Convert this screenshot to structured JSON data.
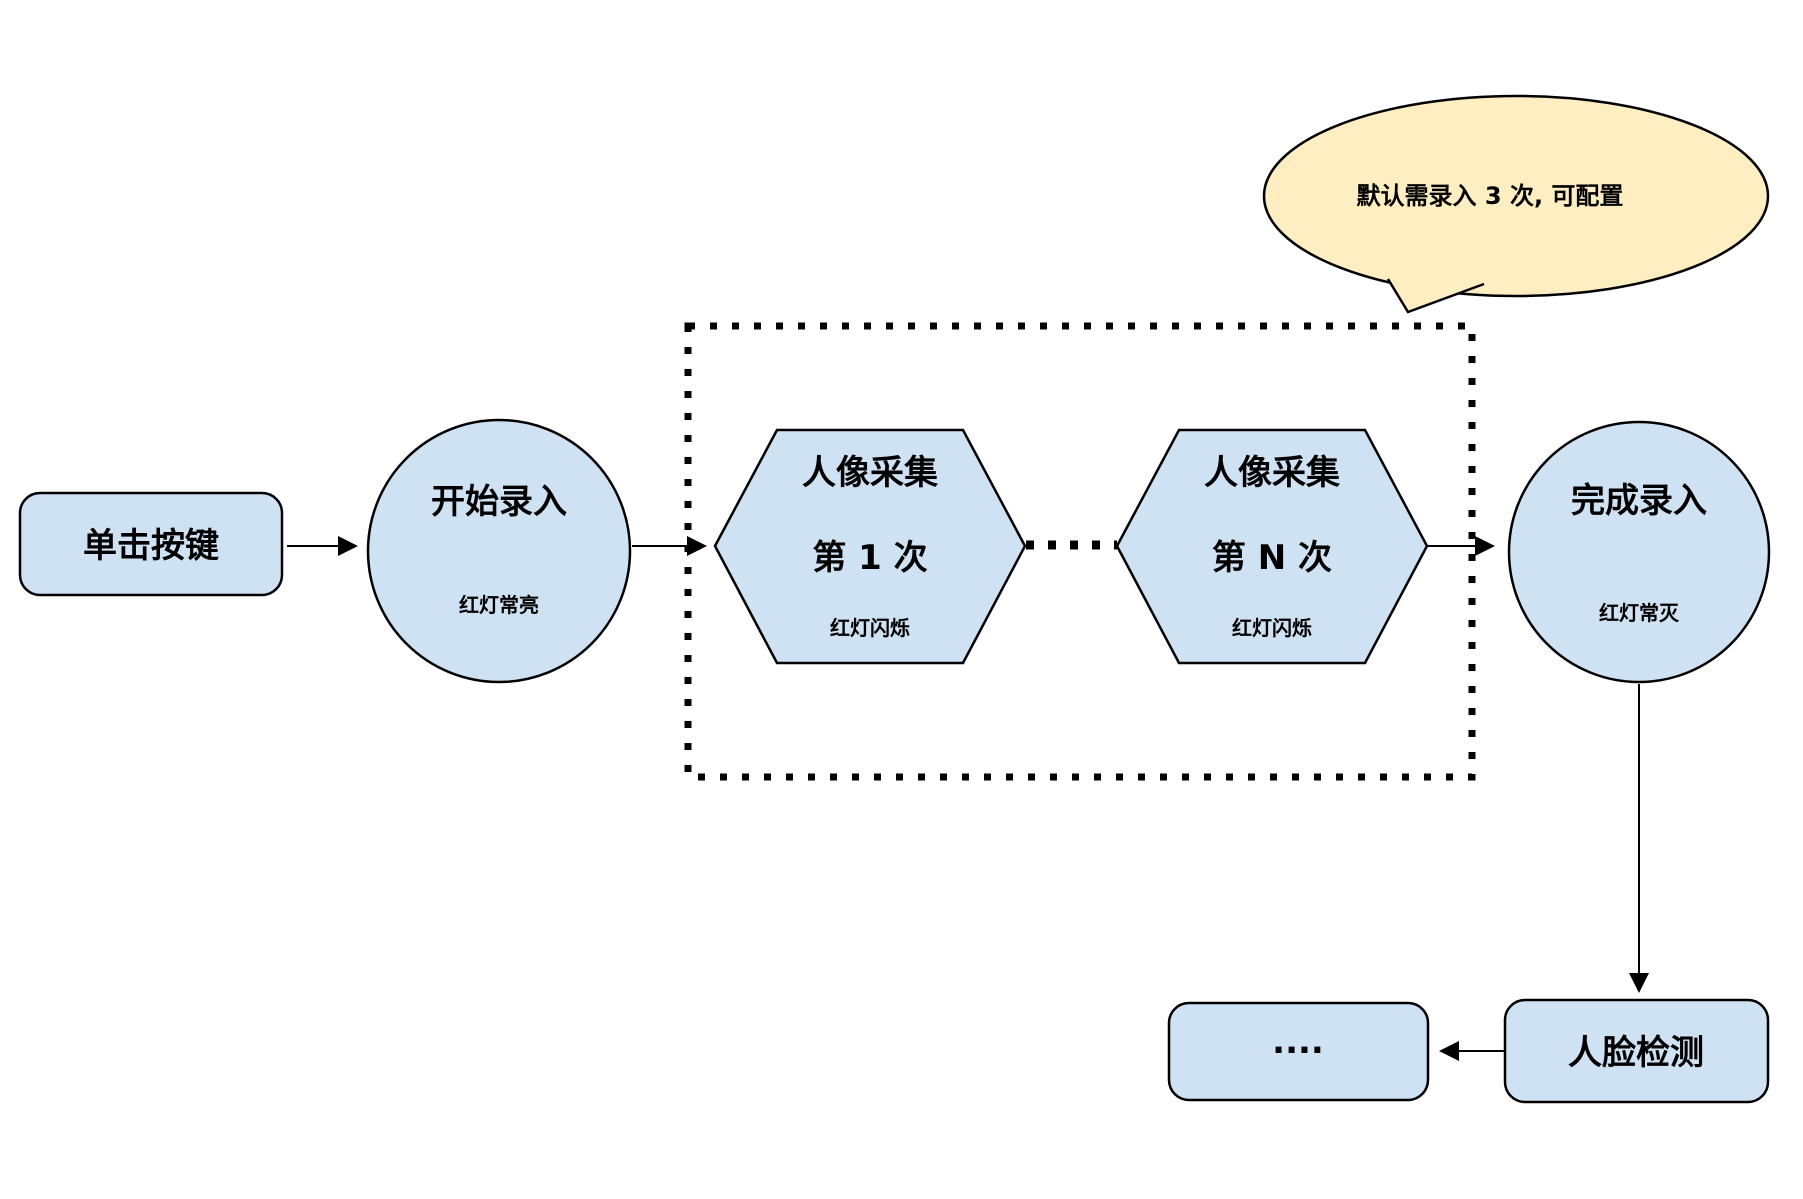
{
  "colors": {
    "background": "#ffffff",
    "node_fill": "#cfe2f3",
    "node_stroke": "#000000",
    "callout_fill": "#ffeec2",
    "connector": "#000000"
  },
  "nodes": {
    "click_button": {
      "shape": "rounded-rect",
      "label": "单击按键"
    },
    "start_enroll": {
      "shape": "circle",
      "label": "开始录入",
      "sublabel": "红灯常亮"
    },
    "capture_first": {
      "shape": "hexagon",
      "label": "人像采集",
      "label2": "第 1 次",
      "sublabel": "红灯闪烁"
    },
    "capture_nth": {
      "shape": "hexagon",
      "label": "人像采集",
      "label2": "第 N 次",
      "sublabel": "红灯闪烁"
    },
    "finish_enroll": {
      "shape": "circle",
      "label": "完成录入",
      "sublabel": "红灯常灭"
    },
    "face_detect": {
      "shape": "rounded-rect",
      "label": "人脸检测"
    },
    "more_steps": {
      "shape": "rounded-rect",
      "label": "...."
    }
  },
  "callout": {
    "text": "默认需录入 3 次, 可配置"
  }
}
